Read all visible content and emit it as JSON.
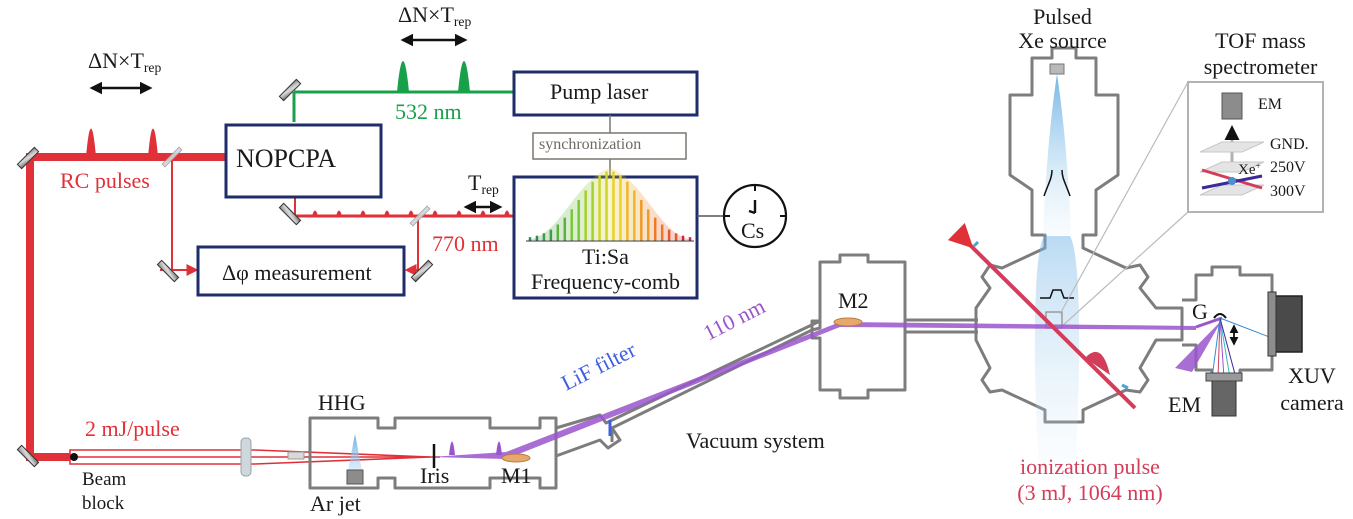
{
  "labels": {
    "delta_n_trep_left": [
      "ΔN×T",
      "rep"
    ],
    "delta_n_trep_top": [
      "ΔN×T",
      "rep"
    ],
    "t_rep": [
      "T",
      "rep"
    ],
    "rc_pulses": "RC pulses",
    "nopcpa": "NOPCPA",
    "pump_laser": "Pump laser",
    "synchronization": "synchronization",
    "wl_532": "532 nm",
    "wl_770": "770 nm",
    "phase_measurement": "Δφ measurement",
    "comb_line1": "Ti:Sa",
    "comb_line2": "Frequency-comb",
    "cs_clock": "Cs",
    "energy_2mj": "2 mJ/pulse",
    "beam_block_1": "Beam",
    "beam_block_2": "block",
    "hhg": "HHG",
    "ar_jet": "Ar jet",
    "iris": "Iris",
    "m1": "M1",
    "m2": "M2",
    "lif_filter": "LiF filter",
    "wl_110": "110 nm",
    "vacuum_system": "Vacuum system",
    "pulsed_source_1": "Pulsed",
    "pulsed_source_2": "Xe source",
    "tof_1": "TOF mass",
    "tof_2": "spectrometer",
    "inset_em": "EM",
    "inset_gnd": "GND.",
    "inset_xe": [
      "Xe",
      "+"
    ],
    "inset_250": "250V",
    "inset_300": "300V",
    "grating": "G",
    "em_detector": "EM",
    "xuv_camera_1": "XUV",
    "xuv_camera_2": "camera",
    "ionization_1": "ionization pulse",
    "ionization_2": "(3 mJ, 1064 nm)"
  },
  "colors": {
    "red_beam": "#e03138",
    "green_beam": "#19a04a",
    "xuv_beam": "#9a55cc",
    "ionization_beam": "#d33d5a",
    "box_border": "#1f2d6b",
    "chamber": "#7a7a7a"
  }
}
